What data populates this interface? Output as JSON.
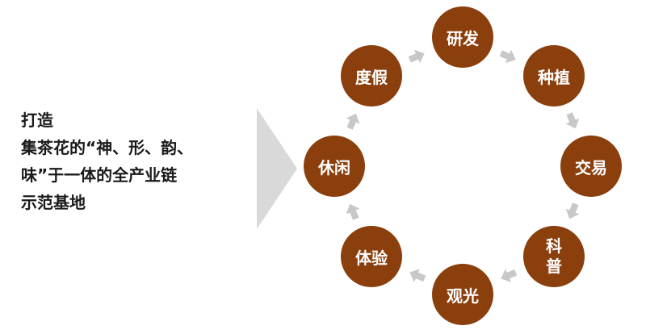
{
  "intro": {
    "lines": [
      "打造",
      "集茶花的“神、形、韵、",
      "味”于一体的全产业链",
      "示范基地"
    ]
  },
  "cycle": {
    "nodes": [
      {
        "label": "研发"
      },
      {
        "label": "种植"
      },
      {
        "label": "交易"
      },
      {
        "label": "科普"
      },
      {
        "label": "观光"
      },
      {
        "label": "体验"
      },
      {
        "label": "休闲"
      },
      {
        "label": "度假"
      }
    ]
  },
  "colors": {
    "node_fill": "#8b3f0c",
    "arrow_fill": "#c8c8c8",
    "big_arrow_fill": "#d9d9d9"
  }
}
